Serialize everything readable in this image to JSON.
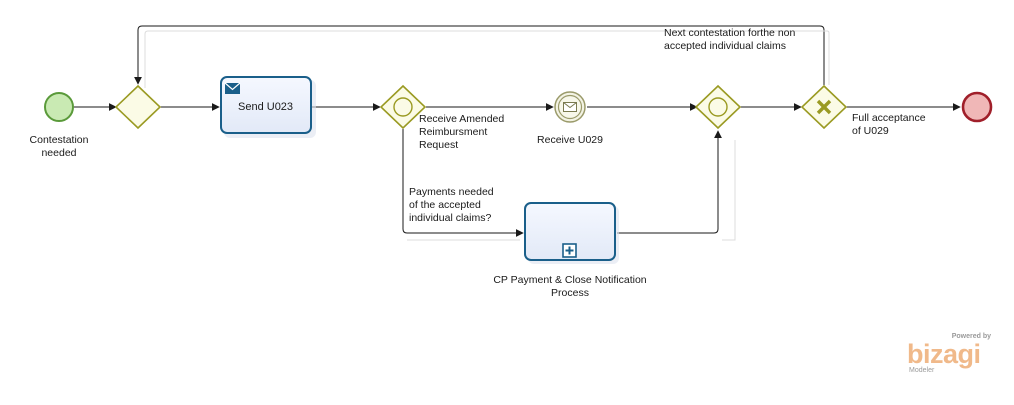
{
  "diagram": {
    "labels": {
      "start_event": "Contestation\nneeded",
      "send_task": "Send U023",
      "receive_amended": "Receive Amended\nReimbursment\nRequest",
      "receive_event": "Receive U029",
      "payments_needed": "Payments needed\nof the accepted\nindividual claims?",
      "subprocess": "CP Payment & Close Notification\nProcess",
      "next_contestation": "Next contestation forthe non\naccepted individual claims",
      "full_acceptance": "Full acceptance\nof U029"
    },
    "colors": {
      "start_fill": "#c9eab3",
      "start_stroke": "#5a9a3a",
      "end_fill": "#f0b7b7",
      "end_stroke": "#a01f2a",
      "task_stroke": "#1a5f8a",
      "task_fill": "#eef2fb",
      "gateway_stroke": "#9a9a22",
      "gateway_fill": "#fbfbe6",
      "flow_line": "#1a1a1a"
    },
    "icons": [
      "envelope-icon",
      "message-icon",
      "plus-icon",
      "x-icon"
    ]
  },
  "watermark": {
    "powered": "Powered by",
    "brand": "bizagi",
    "product": "Modeler"
  }
}
